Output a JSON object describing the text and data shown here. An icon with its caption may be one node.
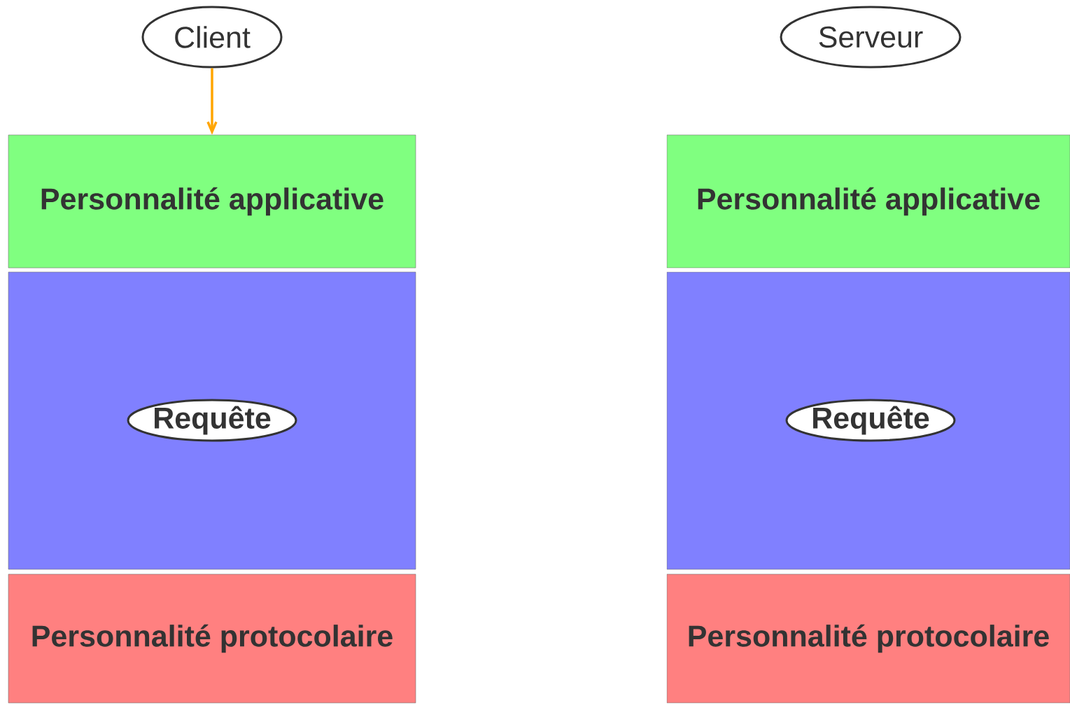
{
  "diagram": {
    "nodes": [
      {
        "text": [
          "Client"
        ]
      },
      {
        "text": [
          "Serveur"
        ]
      },
      {
        "text": [
          "Personnalité applicative"
        ]
      },
      {
        "text": [],
        "shape": "box"
      },
      {
        "text": [
          "Requête"
        ],
        "in": 3
      },
      {
        "text": [
          "Personnalité protocolaire"
        ]
      },
      {
        "text": [
          "Personnalité applicative"
        ]
      },
      {
        "text": [],
        "shape": "box"
      },
      {
        "text": [
          "Requête"
        ],
        "in": 7
      },
      {
        "text": [
          "Personnalité protocolaire"
        ]
      }
    ],
    "edges": [
      {
        "from": 0,
        "to": 2,
        "arrow": "to",
        "color": "#ffa500"
      }
    ]
  }
}
